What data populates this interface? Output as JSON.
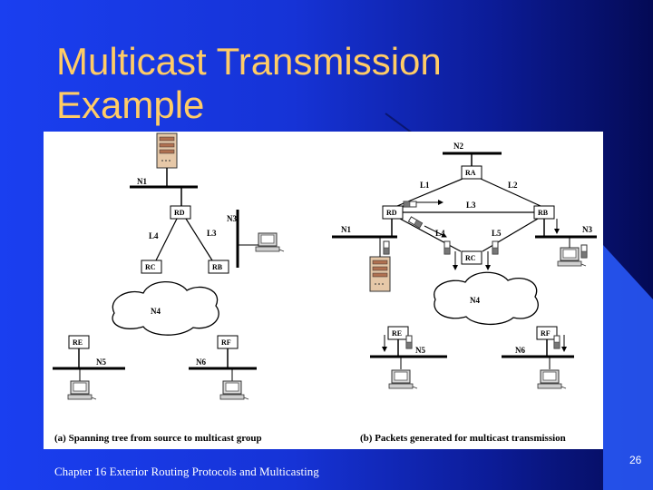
{
  "slide": {
    "title_line1": "Multicast Transmission",
    "title_line2": "Example",
    "footer": "Chapter 16 Exterior Routing Protocols and Multicasting",
    "page_number": "26"
  },
  "colors": {
    "title": "#ffcc66",
    "background": "#1a3ff0",
    "accent_shape": "#2a5cff"
  },
  "diagram_a": {
    "caption": "(a) Spanning tree from source to multicast group",
    "networks": {
      "n1": "N1",
      "n3": "N3",
      "n4": "N4",
      "n5": "N5",
      "n6": "N6"
    },
    "routers": {
      "rd": "RD",
      "rc": "RC",
      "rb": "RB",
      "re": "RE",
      "rf": "RF"
    },
    "links": {
      "l3": "L3",
      "l4": "L4"
    }
  },
  "diagram_b": {
    "caption": "(b) Packets generated for multicast transmission",
    "networks": {
      "n1": "N1",
      "n2": "N2",
      "n3": "N3",
      "n4": "N4",
      "n5": "N5",
      "n6": "N6"
    },
    "routers": {
      "ra": "RA",
      "rb": "RB",
      "rc": "RC",
      "rd": "RD",
      "re": "RE",
      "rf": "RF"
    },
    "links": {
      "l1": "L1",
      "l2": "L2",
      "l3": "L3",
      "l4": "L4",
      "l5": "L5"
    }
  }
}
